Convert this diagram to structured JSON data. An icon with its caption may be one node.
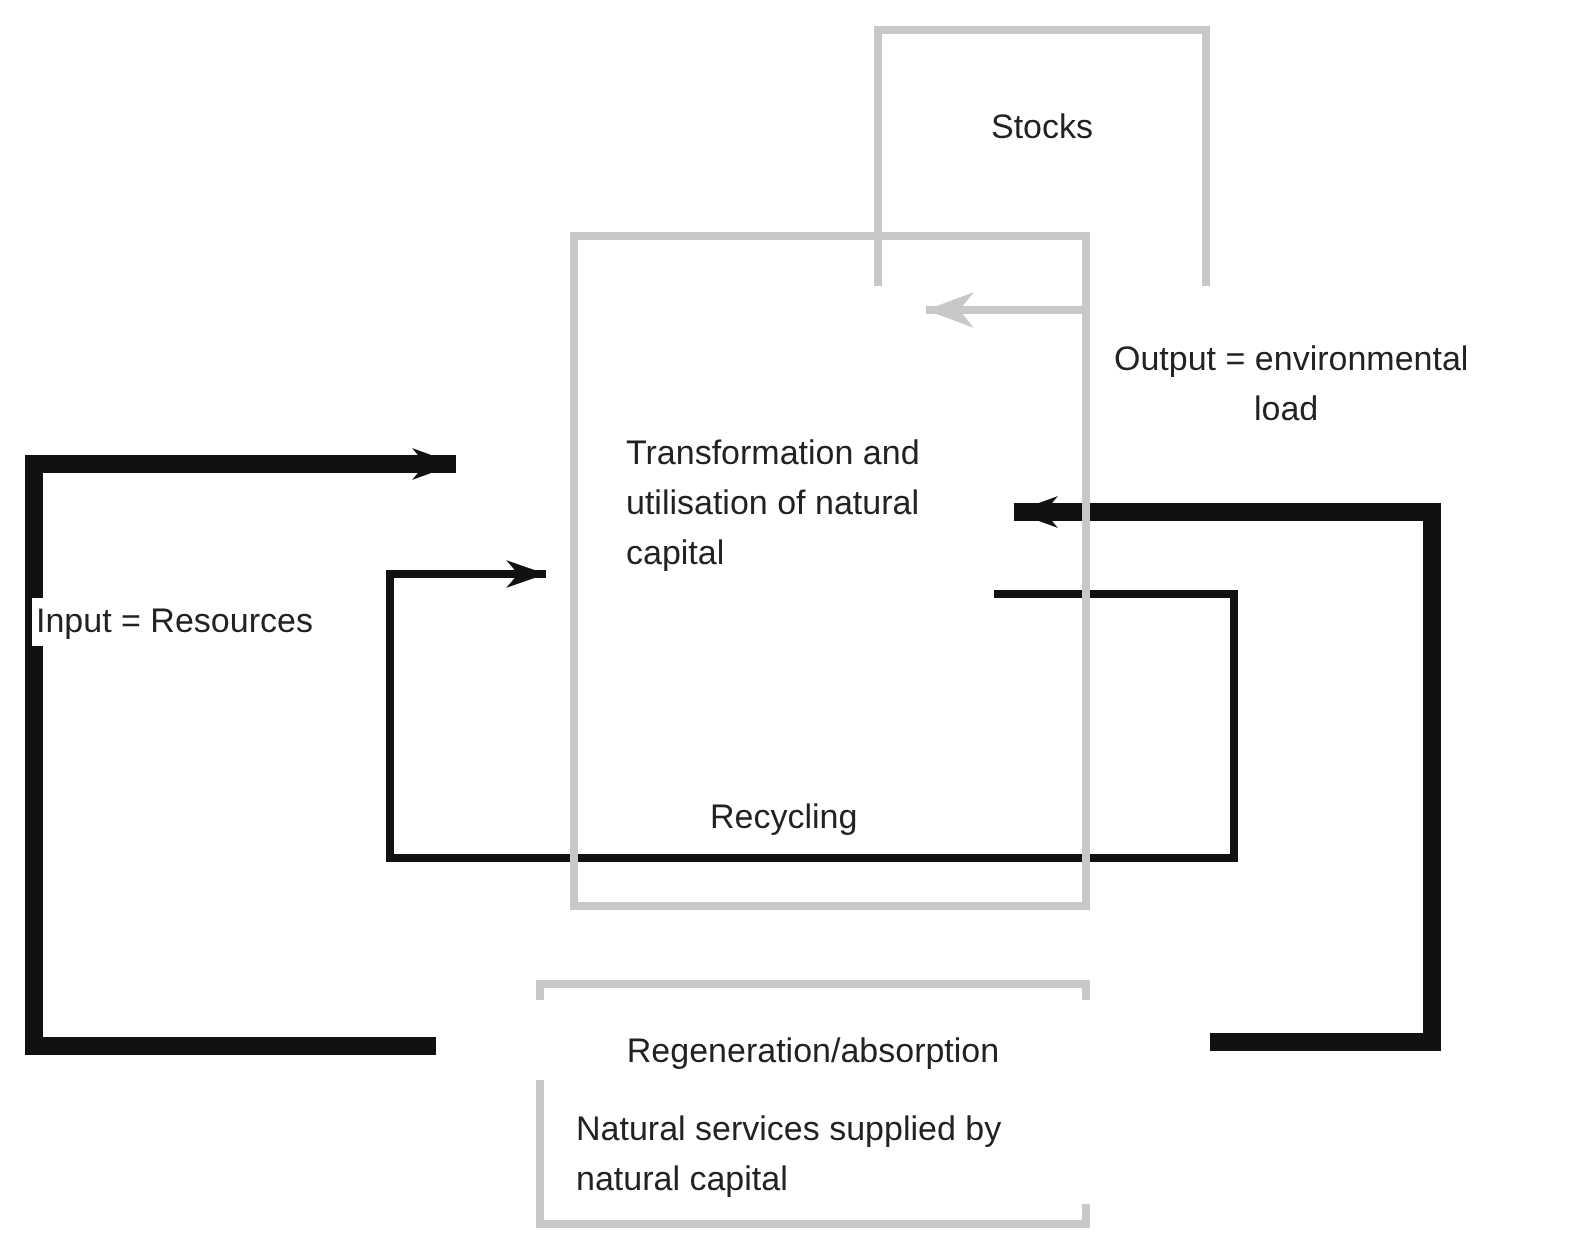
{
  "diagram": {
    "nodes": [
      {
        "text": [
          "Stocks"
        ]
      },
      {
        "text": [
          "Transformation and utilisation of natural capital"
        ]
      },
      {
        "text": [
          "Regeneration/absorption",
          "Natural services supplied by natural capital"
        ]
      }
    ],
    "edges": [
      {
        "from": 0,
        "to": 1,
        "arrow": "to",
        "color": "#c8c8c8"
      },
      {
        "from": 2,
        "to": 1,
        "arrow": "to",
        "style": "thick",
        "label": "Input = Resources"
      },
      {
        "from": 2,
        "to": 1,
        "arrow": "to",
        "style": "thick"
      },
      {
        "from": 1,
        "to": 1,
        "arrow": "to",
        "label": "Recycling"
      }
    ],
    "labels": [
      "Output = environmental load"
    ]
  }
}
